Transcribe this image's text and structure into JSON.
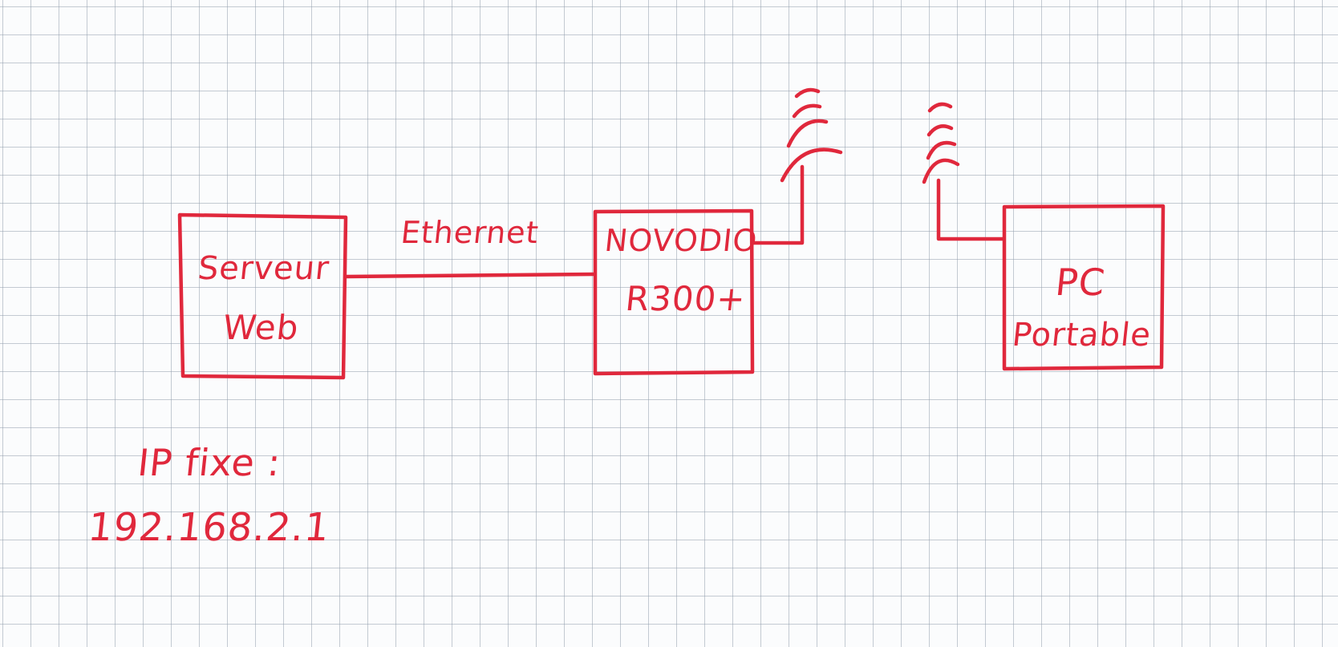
{
  "diagram": {
    "nodes": [
      {
        "id": "server",
        "line1": "Serveur",
        "line2": "Web"
      },
      {
        "id": "router",
        "line1": "NOVODIO",
        "line2": "R300+"
      },
      {
        "id": "laptop",
        "line1": "PC",
        "line2": "Portable"
      }
    ],
    "edges": [
      {
        "from": "server",
        "to": "router",
        "label": "Ethernet"
      },
      {
        "from": "router",
        "to": "laptop",
        "type": "wireless"
      }
    ],
    "annotation": {
      "line1": "IP fixe :",
      "line2": "192.168.2.1"
    }
  },
  "colors": {
    "ink": "#e0283c",
    "grid": "#96a0af",
    "paper": "#fbfcfd"
  },
  "icons": [
    "wifi-antenna-icon",
    "wifi-antenna-icon"
  ]
}
